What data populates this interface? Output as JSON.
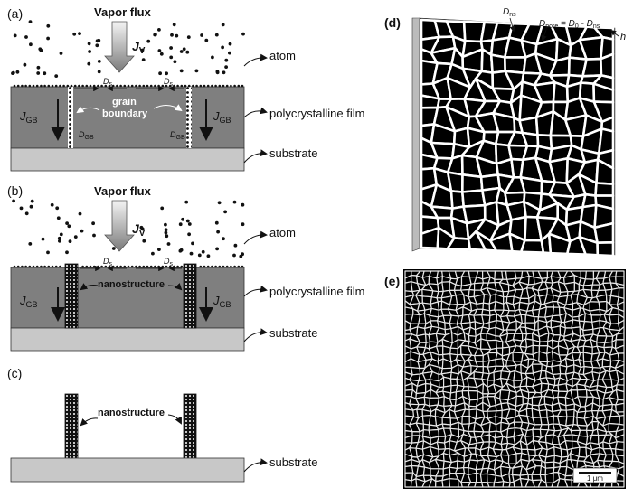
{
  "figure": {
    "panels": {
      "a": {
        "label": "(a)",
        "flux_label": "Vapor flux",
        "flux_symbol": "J",
        "flux_sub": "V",
        "atom_label": "atom",
        "film_label": "polycrystalline film",
        "substrate_label": "substrate",
        "gb_flux": "J",
        "gb_sub": "GB",
        "grain_boundary_line1": "grain",
        "grain_boundary_line2": "boundary",
        "ds_symbol": "D",
        "ds_sub": "s",
        "dgb_symbol": "D",
        "dgb_sub": "GB"
      },
      "b": {
        "label": "(b)",
        "flux_label": "Vapor flux",
        "flux_symbol": "J",
        "flux_sub": "V",
        "atom_label": "atom",
        "nano_label": "nanostructure",
        "film_label": "polycrystalline film",
        "substrate_label": "substrate",
        "gb_flux": "J",
        "gb_sub": "GB",
        "ds_symbol": "D",
        "ds_sub": "s"
      },
      "c": {
        "label": "(c)",
        "nano_label": "nanostructure",
        "substrate_label": "substrate"
      },
      "d": {
        "label": "(d)",
        "dns_symbol": "D",
        "dns_sub": "ns",
        "dpore_symbol": "D",
        "dpore_sub": "pore",
        "dpore_eq": " = D",
        "dpore_eq_sub": "0",
        "dpore_minus": " - D",
        "dpore_minus_sub": "ns",
        "h_label": "h"
      },
      "e": {
        "label": "(e)",
        "scale_bar": "1 μm"
      }
    },
    "colors": {
      "film": "#7f7f7f",
      "substrate": "#c8c8c8",
      "ink": "#111111",
      "flux_arrow_top": "#f2f2f2",
      "flux_arrow_bottom": "#7a7a7a"
    }
  }
}
